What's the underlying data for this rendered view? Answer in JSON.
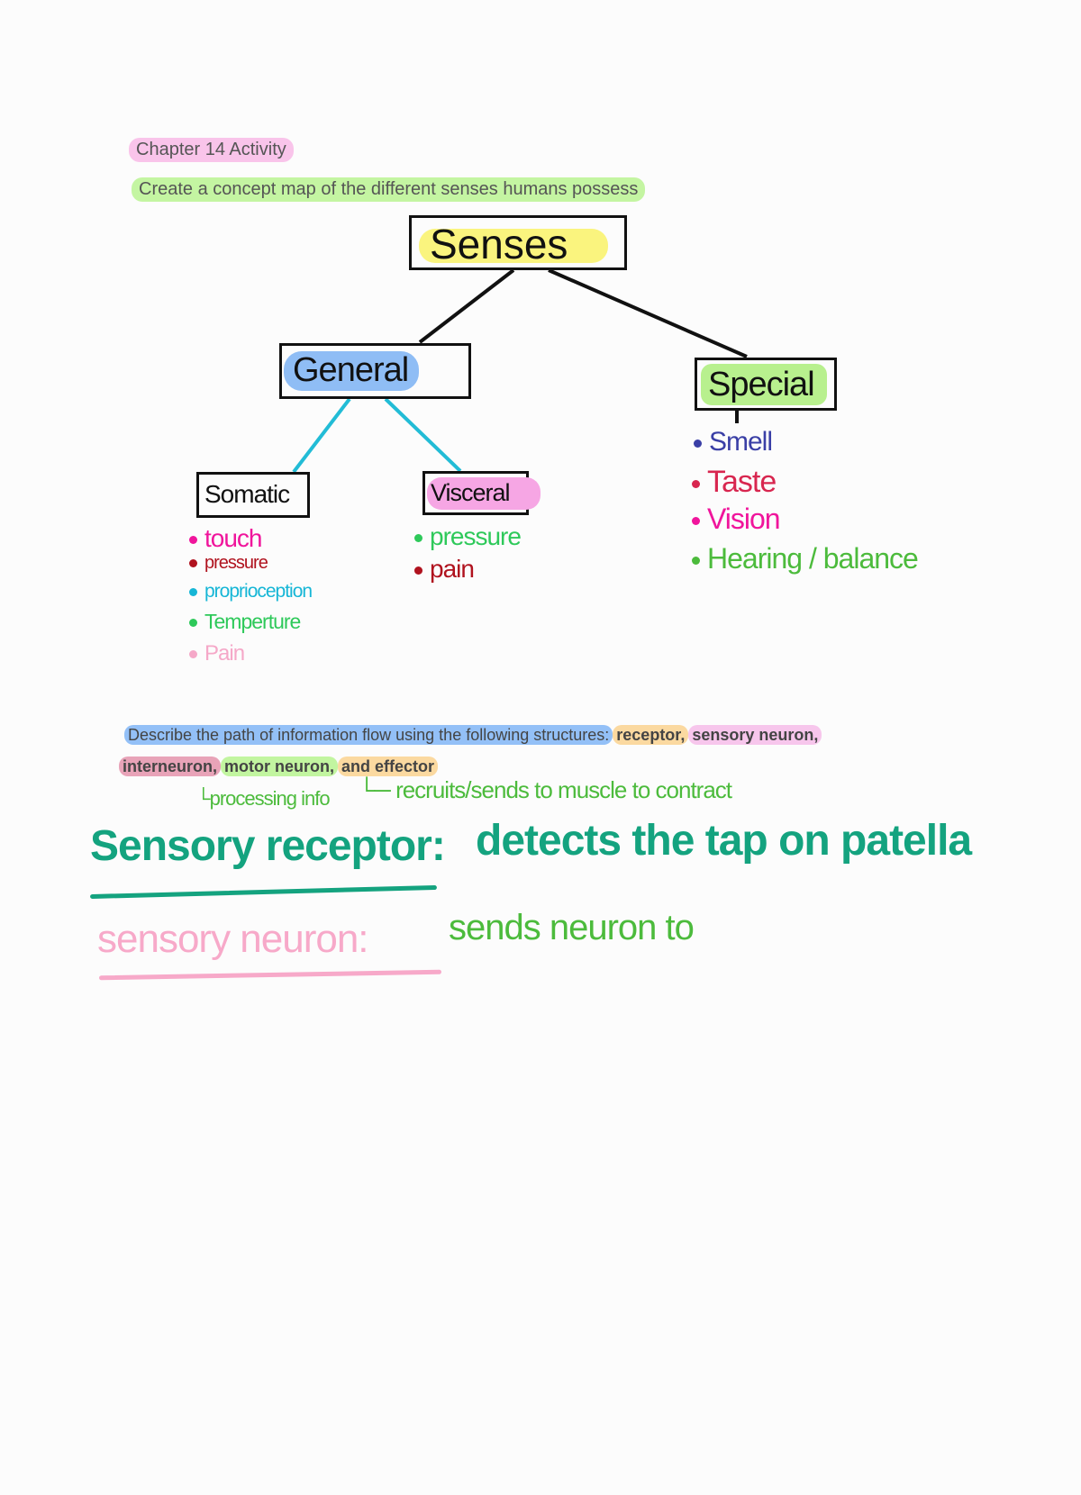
{
  "header": {
    "chapter": "Chapter 14 Activity",
    "prompt": "Create a concept map of the different senses humans possess"
  },
  "map": {
    "root": "Senses",
    "general": "General",
    "special": "Special",
    "somatic": "Somatic",
    "visceral": "Visceral",
    "somatic_items": [
      {
        "label": "touch",
        "color": "#f0159c"
      },
      {
        "label": "pressure",
        "color": "#b0121e"
      },
      {
        "label": "proprioception",
        "color": "#16b6d6"
      },
      {
        "label": "Temperture",
        "color": "#2ec95a"
      },
      {
        "label": "Pain",
        "color": "#f5a8c8"
      }
    ],
    "visceral_items": [
      {
        "label": "pressure",
        "color": "#2ec95a"
      },
      {
        "label": "pain",
        "color": "#b0121e"
      }
    ],
    "special_items": [
      {
        "label": "Smell",
        "color": "#3a3fa6"
      },
      {
        "label": "Taste",
        "color": "#d8264f"
      },
      {
        "label": "Vision",
        "color": "#f0159c"
      },
      {
        "label": "Hearing / balance",
        "color": "#4cbb3c"
      }
    ]
  },
  "question": {
    "intro": "Describe the path of information flow using the following structures:",
    "receptor": "receptor,",
    "sensory": "sensory neuron,",
    "interneuron": "interneuron,",
    "motor": "motor neuron,",
    "effector": "and effector"
  },
  "notes": {
    "processing": "└processing info",
    "recruits": "└─ recruits/sends to muscle to contract",
    "answer1_label": "Sensory receptor:",
    "answer1_text": "detects the tap on patella",
    "answer2_label": "sensory neuron:",
    "answer2_text": "sends neuron to"
  },
  "colors": {
    "teal": "#14a37f",
    "pink": "#f7a9c9",
    "green": "#4cbb3c"
  }
}
